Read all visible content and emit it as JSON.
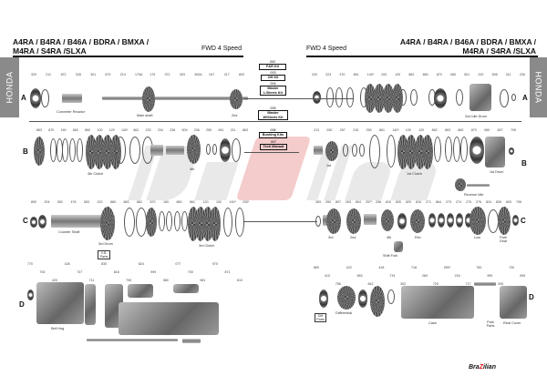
{
  "header": {
    "left_title_1": "A4RA / B4RA / B46A / BDRA / BMXA /",
    "left_title_2": "M4RA / S4RA /SLXA",
    "right_title_1": "A4RA / B4RA / B46A / BDRA / BMXA /",
    "right_title_2": "M4RA / S4RA /SLXA",
    "left_subtitle": "FWD 4 Speed",
    "right_subtitle": "FWD 4 Speed"
  },
  "side_tabs": {
    "left": "HONDA",
    "right": "HONDA"
  },
  "row_labels": {
    "A": "A",
    "B": "B",
    "C": "C",
    "D": "D"
  },
  "kits": [
    {
      "num": "002",
      "label": "F&R Kit"
    },
    {
      "num": "003",
      "label": "OH Kit"
    },
    {
      "num": "004",
      "label": "Master L/Steels Kit"
    },
    {
      "num": "005",
      "label": "Master W/Steels Kit"
    },
    {
      "num": "006",
      "label": "Bushing Kits"
    },
    {
      "num": "007",
      "label": "Tech Manual"
    }
  ],
  "captions": {
    "converter_reactor": "Converter Reactor",
    "main_shaft": "Main shaft",
    "second": "2nd",
    "second_idle_drum": "2nd Idle Drum",
    "fourth_clutch": "4th Clutch",
    "fourth": "4th",
    "first": "1st",
    "first_clutch": "1st Clutch",
    "first_drum": "1st Drum",
    "reverse_idle": "Reverse Idle",
    "counter_shaft": "Counter Shaft",
    "third_drum": "3rd Drum",
    "third_clutch": "3rd Clutch",
    "c_third": "3rd",
    "c_second": "2nd",
    "c_fourth": "4th",
    "c_rev": "Rev",
    "c_low": "Low",
    "park_gear": "Park Gear",
    "shift_fork": "Shift Fork",
    "differential": "Differential",
    "diff_parts": "Diff Parts",
    "case": "Case",
    "rear_cover": "Rear Cover",
    "park_parts": "Park Parts",
    "bell_hsg": "Bell Hsg",
    "vb_parts": "V.B. Parts"
  },
  "part_numbers": {
    "a_left": [
      "329",
      "211",
      "872",
      "328",
      "301",
      "879",
      "214",
      "179A",
      "179",
      "072",
      "303",
      "300A",
      "047",
      "217",
      "803"
    ],
    "a_right": [
      "220",
      "223",
      "370",
      "861",
      "140*",
      "100",
      "120",
      "862",
      "860",
      "870",
      "060",
      "501",
      "220",
      "508",
      "311",
      "230"
    ],
    "b_left": [
      "863",
      "870",
      "160",
      "862",
      "860",
      "100",
      "120",
      "140*",
      "861",
      "232",
      "234",
      "236",
      "509",
      "236",
      "250",
      "061",
      "211",
      "863"
    ],
    "b_right": [
      "213",
      "030",
      "257",
      "215",
      "250",
      "861",
      "140*",
      "100",
      "120",
      "862",
      "863",
      "860",
      "870",
      "060",
      "807",
      "705"
    ],
    "c_left": [
      "890",
      "204",
      "552",
      "476",
      "553",
      "202",
      "880",
      "863",
      "862",
      "870",
      "160",
      "860",
      "861",
      "120",
      "100",
      "140*",
      "230*"
    ],
    "c_right": [
      "283",
      "250",
      "807",
      "263",
      "804",
      "257*",
      "258",
      "810",
      "830",
      "820",
      "815",
      "271",
      "864",
      "273",
      "274",
      "275",
      "276",
      "824",
      "826",
      "600",
      "706"
    ],
    "d_left": [
      "770",
      "792",
      "420",
      "426",
      "737",
      "711",
      "830",
      "816",
      "750",
      "824",
      "999",
      "580",
      "077",
      "700",
      "981",
      "970",
      "871",
      "810"
    ],
    "d_right": [
      "860",
      "410",
      "758",
      "423",
      "853",
      "842",
      "418",
      "719",
      "302",
      "718",
      "269",
      "720",
      "990*",
      "216",
      "717",
      "760",
      "999",
      "000",
      "730",
      "905"
    ],
    "brackets": {
      "a_right": "060",
      "b_left": "860",
      "b_right": "060",
      "c_left": "880",
      "d_left": "560",
      "d_right": "715"
    }
  },
  "footer": {
    "brand_left": "Bra",
    "brand_z": "Z",
    "brand_right": "ilian"
  },
  "watermark": {
    "left": "Bra",
    "z": "Z",
    "right": "ilian"
  }
}
